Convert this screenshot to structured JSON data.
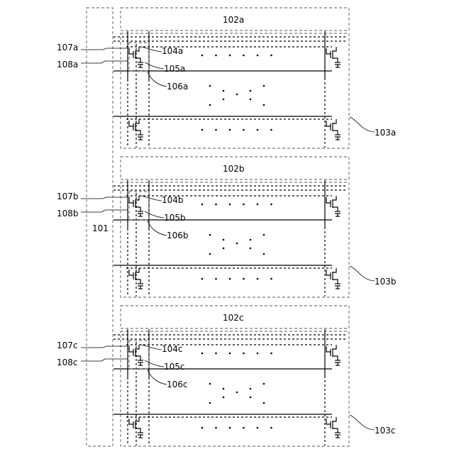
{
  "driver": {
    "label": "101"
  },
  "blocks": [
    {
      "header": "102a",
      "array": "103a",
      "labels": {
        "l107": "107a",
        "l108": "108a",
        "l104": "104a",
        "l105": "105a",
        "l106": "106a"
      }
    },
    {
      "header": "102b",
      "array": "103b",
      "labels": {
        "l107": "107b",
        "l108": "108b",
        "l104": "104b",
        "l105": "105b",
        "l106": "106b"
      }
    },
    {
      "header": "102c",
      "array": "103c",
      "labels": {
        "l107": "107c",
        "l108": "108c",
        "l104": "104c",
        "l105": "105c",
        "l106": "106c"
      }
    }
  ]
}
